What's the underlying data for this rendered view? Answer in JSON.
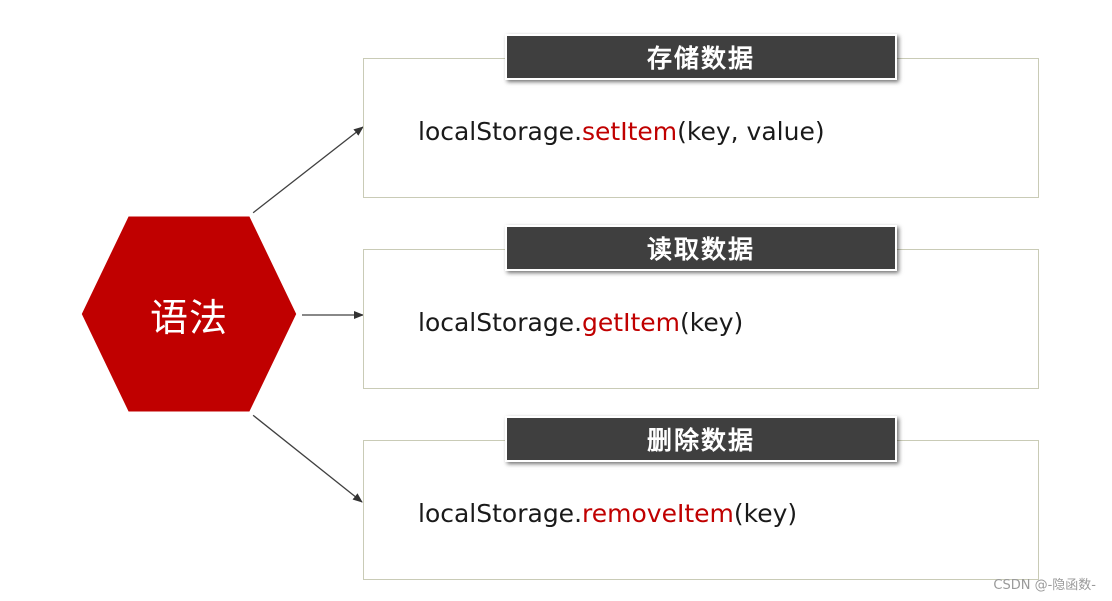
{
  "center": {
    "label": "语法"
  },
  "items": [
    {
      "tag": "存储数据",
      "object": "localStorage.",
      "method": "setItem",
      "args": "(key, value)"
    },
    {
      "tag": "读取数据",
      "object": "localStorage.",
      "method": "getItem",
      "args": "(key)"
    },
    {
      "tag": "删除数据",
      "object": "localStorage.",
      "method": "removeItem",
      "args": "(key)"
    }
  ],
  "watermark": "CSDN @-隐函数-",
  "colors": {
    "hexagon": "#c00000",
    "method": "#c00000",
    "tag_bg": "#3f3f3f",
    "box_border": "#c9cbb6"
  }
}
